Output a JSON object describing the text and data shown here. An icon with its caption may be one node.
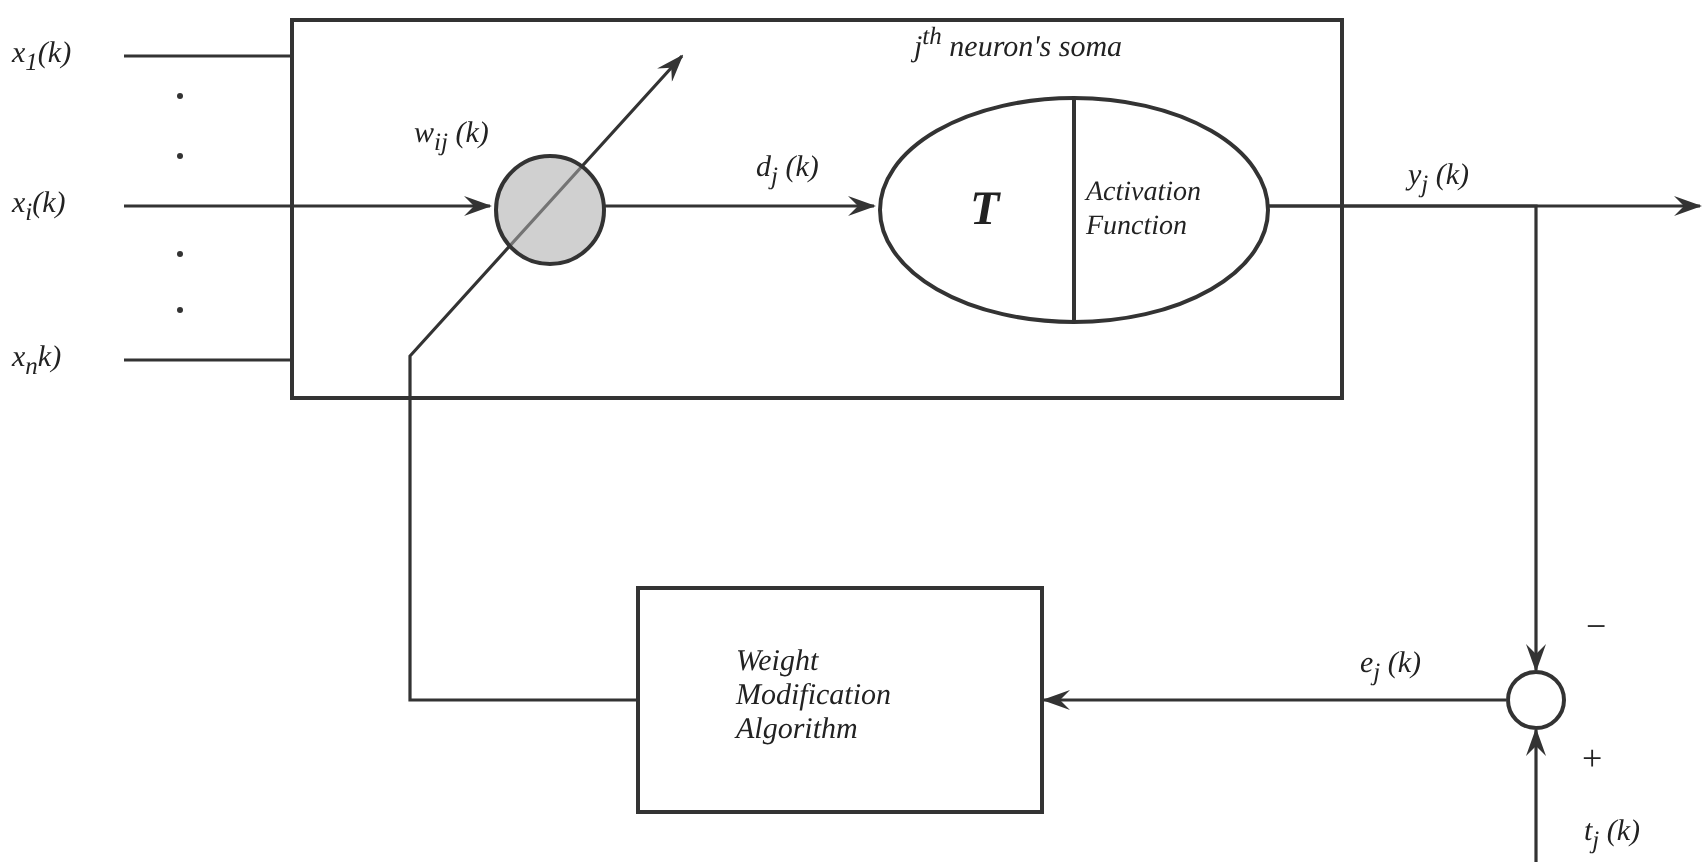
{
  "diagram": {
    "nodes": [
      {
        "text": [],
        "shape": "box"
      },
      {
        "text": [
          "x$_{1}$(k)"
        ]
      },
      {
        "text": [
          "x$_{i}$(k)"
        ]
      },
      {
        "text": [
          "x$_{n}$k)"
        ]
      },
      {
        "text": [],
        "shape": "circle",
        "in": 0,
        "beside": [
          "w$_{ij}$ (k)"
        ]
      },
      {
        "text": [
          "T",
          "Activation Function"
        ],
        "in": 0,
        "beside": [
          "j$^{th}$ neuron's soma"
        ]
      },
      {
        "text": [
          "Weight Modification Algorithm"
        ]
      },
      {
        "text": [],
        "shape": "circle",
        "beside": [
          "−",
          "+"
        ]
      }
    ],
    "edges": [
      {
        "from": 1,
        "to": 0,
        "arrow": "none"
      },
      {
        "from": 2,
        "to": 4,
        "arrow": "to"
      },
      {
        "from": 3,
        "to": 0,
        "arrow": "none"
      },
      {
        "from": 4,
        "to": 5,
        "arrow": "to",
        "label": "d$_{j}$ (k)"
      },
      {
        "from": 5,
        "to": null,
        "arrow": "to",
        "label": "y$_{j}$ (k)"
      },
      {
        "from": 5,
        "to": 7,
        "arrow": "to"
      },
      {
        "from": null,
        "to": 7,
        "arrow": "to",
        "label": "t$_{j}$ (k)"
      },
      {
        "from": 7,
        "to": 6,
        "arrow": "to",
        "label": "e$_{j}$ (k)"
      },
      {
        "from": 6,
        "to": 4,
        "arrow": "to"
      }
    ]
  }
}
